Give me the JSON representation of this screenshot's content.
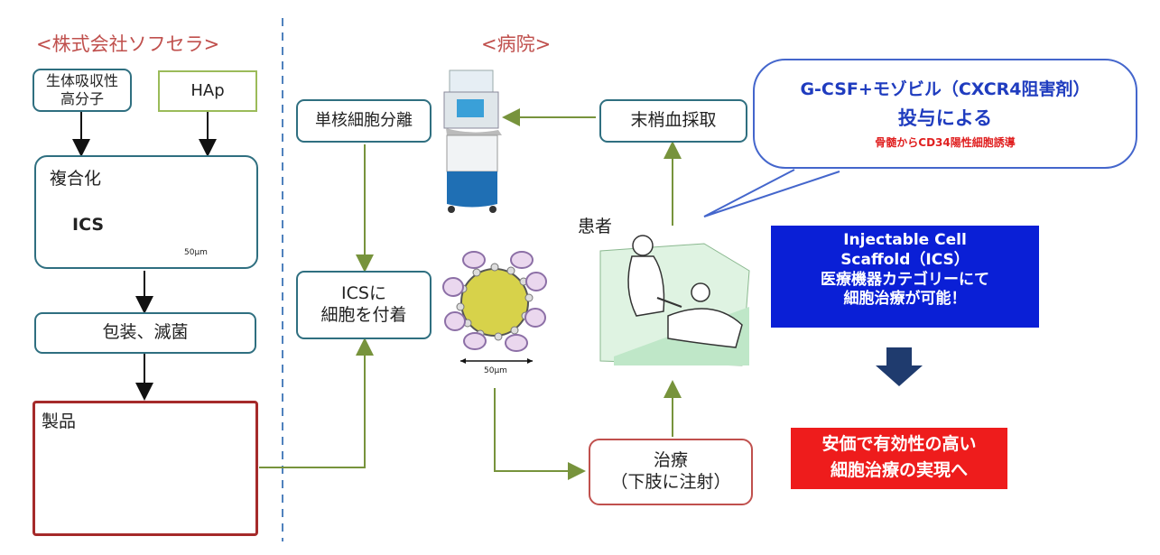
{
  "headers": {
    "company": "<株式会社ソフセラ>",
    "hospital": "<病院>"
  },
  "company": {
    "polymer": "生体吸収性\n高分子",
    "hap": "HAp",
    "composite_label": "複合化",
    "ics_label": "ICS",
    "scale1": "50μm",
    "packaging": "包装、滅菌",
    "product": "製品"
  },
  "hospital": {
    "separation": "単核細胞分離",
    "attach": "ICSに\n細胞を付着",
    "scale2": "50μm",
    "blood": "末梢血採取",
    "patient": "患者",
    "treatment": "治療\n（下肢に注射）"
  },
  "callout": {
    "line1": "G-CSF+モゾビル（CXCR4阻害剤）",
    "line2": "投与による",
    "line3": "骨髄からCD34陽性細胞誘導"
  },
  "blue_box": {
    "line1": "Injectable Cell",
    "line2": "Scaffold（ICS）",
    "line3": "医療機器カテゴリーにて",
    "line4": "細胞治療が可能！"
  },
  "red_box": {
    "line1": "安価で有効性の高い",
    "line2": "細胞治療の実現へ"
  },
  "colors": {
    "teal": "#2f6f80",
    "green": "#9bbb59",
    "red": "#c0504d",
    "blue": "#0a1fd6",
    "alert": "#ee1c1c",
    "navy": "#1f3b6e"
  }
}
